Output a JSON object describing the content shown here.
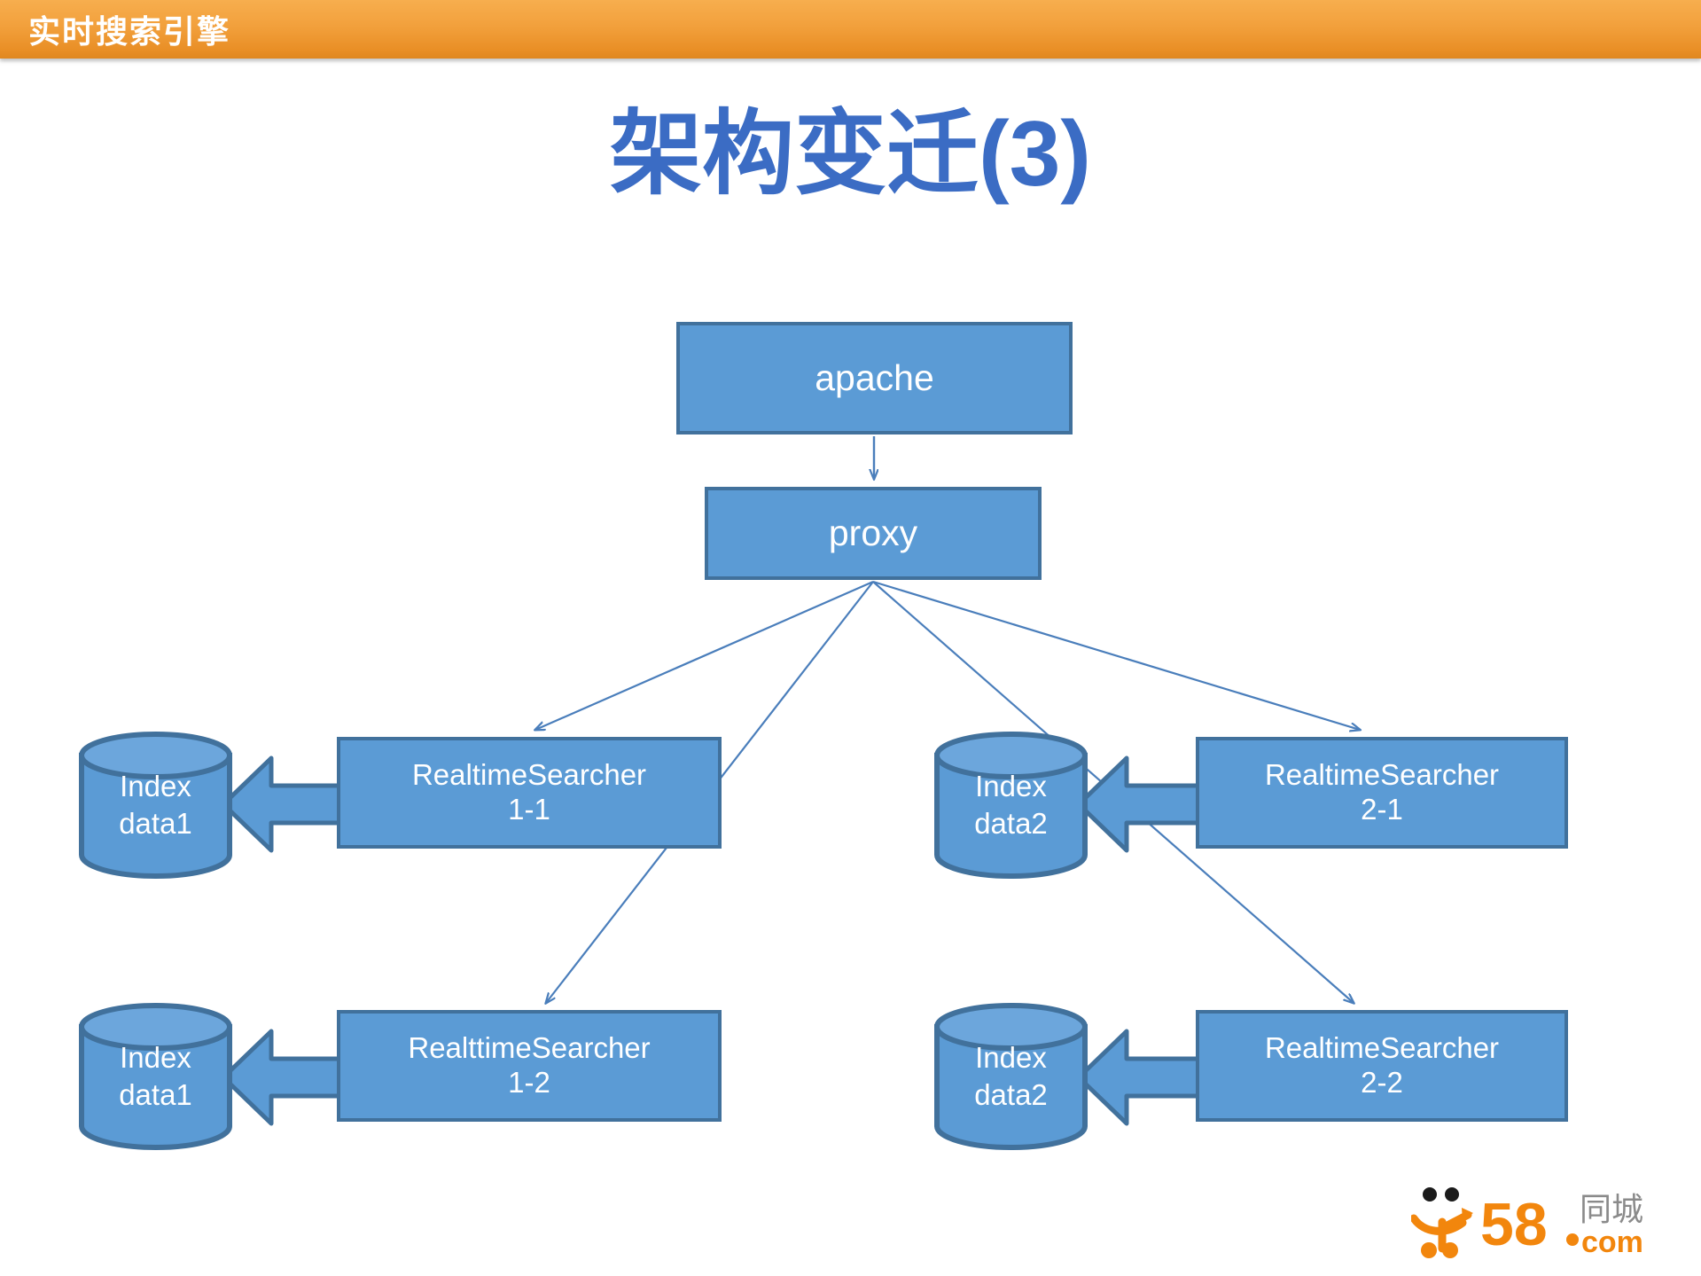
{
  "header": {
    "title": "实时搜索引擎",
    "background_start": "#F7AE4E",
    "background_end": "#E0871F",
    "text_color": "#FFFFFF"
  },
  "slide": {
    "title_cn": "架构变迁",
    "title_index": "(3)",
    "title_color": "#3B6CC4",
    "background": "#FFFFFF"
  },
  "theme": {
    "node_fill": "#5B9BD5",
    "node_border": "#41719C",
    "node_text": "#FFFFFF",
    "connector_color": "#4A7EBB",
    "arrow_fill": "#5B9BD5",
    "arrow_border": "#41719C"
  },
  "diagram": {
    "type": "architecture-flow",
    "nodes": [
      {
        "id": "apache",
        "label": "apache",
        "shape": "rectangle"
      },
      {
        "id": "proxy",
        "label": "proxy",
        "shape": "rectangle"
      },
      {
        "id": "rs-1-1",
        "label": "RealtimeSearcher\n1-1",
        "shape": "rectangle"
      },
      {
        "id": "rs-1-2",
        "label": "RealttimeSearcher\n1-2",
        "shape": "rectangle"
      },
      {
        "id": "rs-2-1",
        "label": "RealtimeSearcher\n2-1",
        "shape": "rectangle"
      },
      {
        "id": "rs-2-2",
        "label": "RealtimeSearcher\n2-2",
        "shape": "rectangle"
      },
      {
        "id": "idx-1-1",
        "label_line1": "Index",
        "label_line2": "data1",
        "shape": "cylinder"
      },
      {
        "id": "idx-1-2",
        "label_line1": "Index",
        "label_line2": "data1",
        "shape": "cylinder"
      },
      {
        "id": "idx-2-1",
        "label_line1": "Index",
        "label_line2": "data2",
        "shape": "cylinder"
      },
      {
        "id": "idx-2-2",
        "label_line1": "Index",
        "label_line2": "data2",
        "shape": "cylinder"
      }
    ],
    "edges": [
      {
        "from": "apache",
        "to": "proxy",
        "style": "thin-arrow"
      },
      {
        "from": "proxy",
        "to": "rs-1-1",
        "style": "thin-arrow"
      },
      {
        "from": "proxy",
        "to": "rs-1-2",
        "style": "thin-arrow"
      },
      {
        "from": "proxy",
        "to": "rs-2-1",
        "style": "thin-arrow"
      },
      {
        "from": "proxy",
        "to": "rs-2-2",
        "style": "thin-arrow"
      },
      {
        "from": "rs-1-1",
        "to": "idx-1-1",
        "style": "block-arrow"
      },
      {
        "from": "rs-1-2",
        "to": "idx-1-2",
        "style": "block-arrow"
      },
      {
        "from": "rs-2-1",
        "to": "idx-2-1",
        "style": "block-arrow"
      },
      {
        "from": "rs-2-2",
        "to": "idx-2-2",
        "style": "block-arrow"
      }
    ]
  },
  "logo": {
    "name": "58.com",
    "digits": "58",
    "cn_text": "同城",
    "domain": ".com",
    "digits_color": "#F2860D",
    "cn_color": "#8A8A8A"
  }
}
